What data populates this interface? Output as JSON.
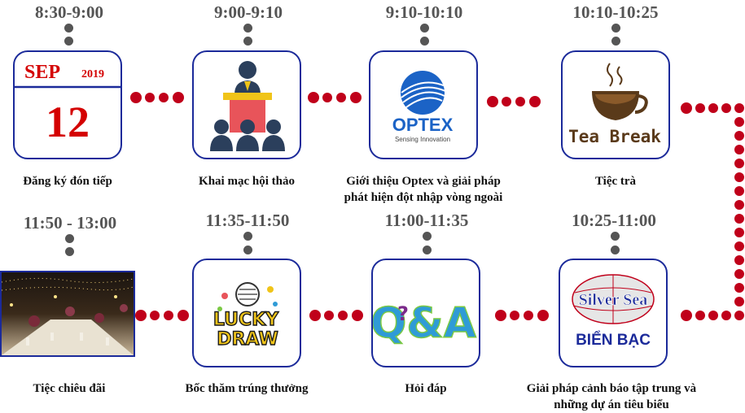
{
  "steps": [
    {
      "time": "8:30-9:00",
      "caption": "Đăng ký đón tiếp",
      "icon": "calendar-icon"
    },
    {
      "time": "9:00-9:10",
      "caption": "Khai mạc hội thảo",
      "icon": "speaker-podium-icon"
    },
    {
      "time": "9:10-10:10",
      "caption": "Giới thiệu Optex và giải pháp",
      "caption2": "phát hiện đột nhập vòng ngoài",
      "icon": "optex-logo"
    },
    {
      "time": "10:10-10:25",
      "caption": "Tiệc trà",
      "icon": "coffee-cup-icon"
    },
    {
      "time": "10:25-11:00",
      "caption": "Giải pháp cảnh báo tập trung và",
      "caption2": "những dự án tiêu biểu",
      "icon": "silver-sea-logo"
    },
    {
      "time": "11:00-11:35",
      "caption": "Hỏi đáp",
      "icon": "qa-icon"
    },
    {
      "time": "11:35-11:50",
      "caption": "Bốc thăm trúng thưởng",
      "icon": "lucky-draw-icon"
    },
    {
      "time": "11:50 - 13:00",
      "caption": "Tiệc chiêu đãi",
      "icon": "banquet-photo"
    }
  ],
  "calendar": {
    "month": "SEP",
    "year": "2019",
    "day": "12"
  },
  "optex": {
    "name": "OPTEX",
    "tagline": "Sensing Innovation"
  },
  "tea": {
    "text": "Tea Break"
  },
  "silversea": {
    "name": "Silver Sea",
    "sub": "BIỂN BẠC"
  },
  "qa": {
    "text": "Q&A",
    "mark": "?"
  },
  "lucky": {
    "line1": "LUCKY",
    "line2": "DRAW"
  },
  "colors": {
    "frame": "#1b2a9a",
    "connector": "#c0001a",
    "time": "#555555",
    "calendar_red": "#d40000"
  }
}
